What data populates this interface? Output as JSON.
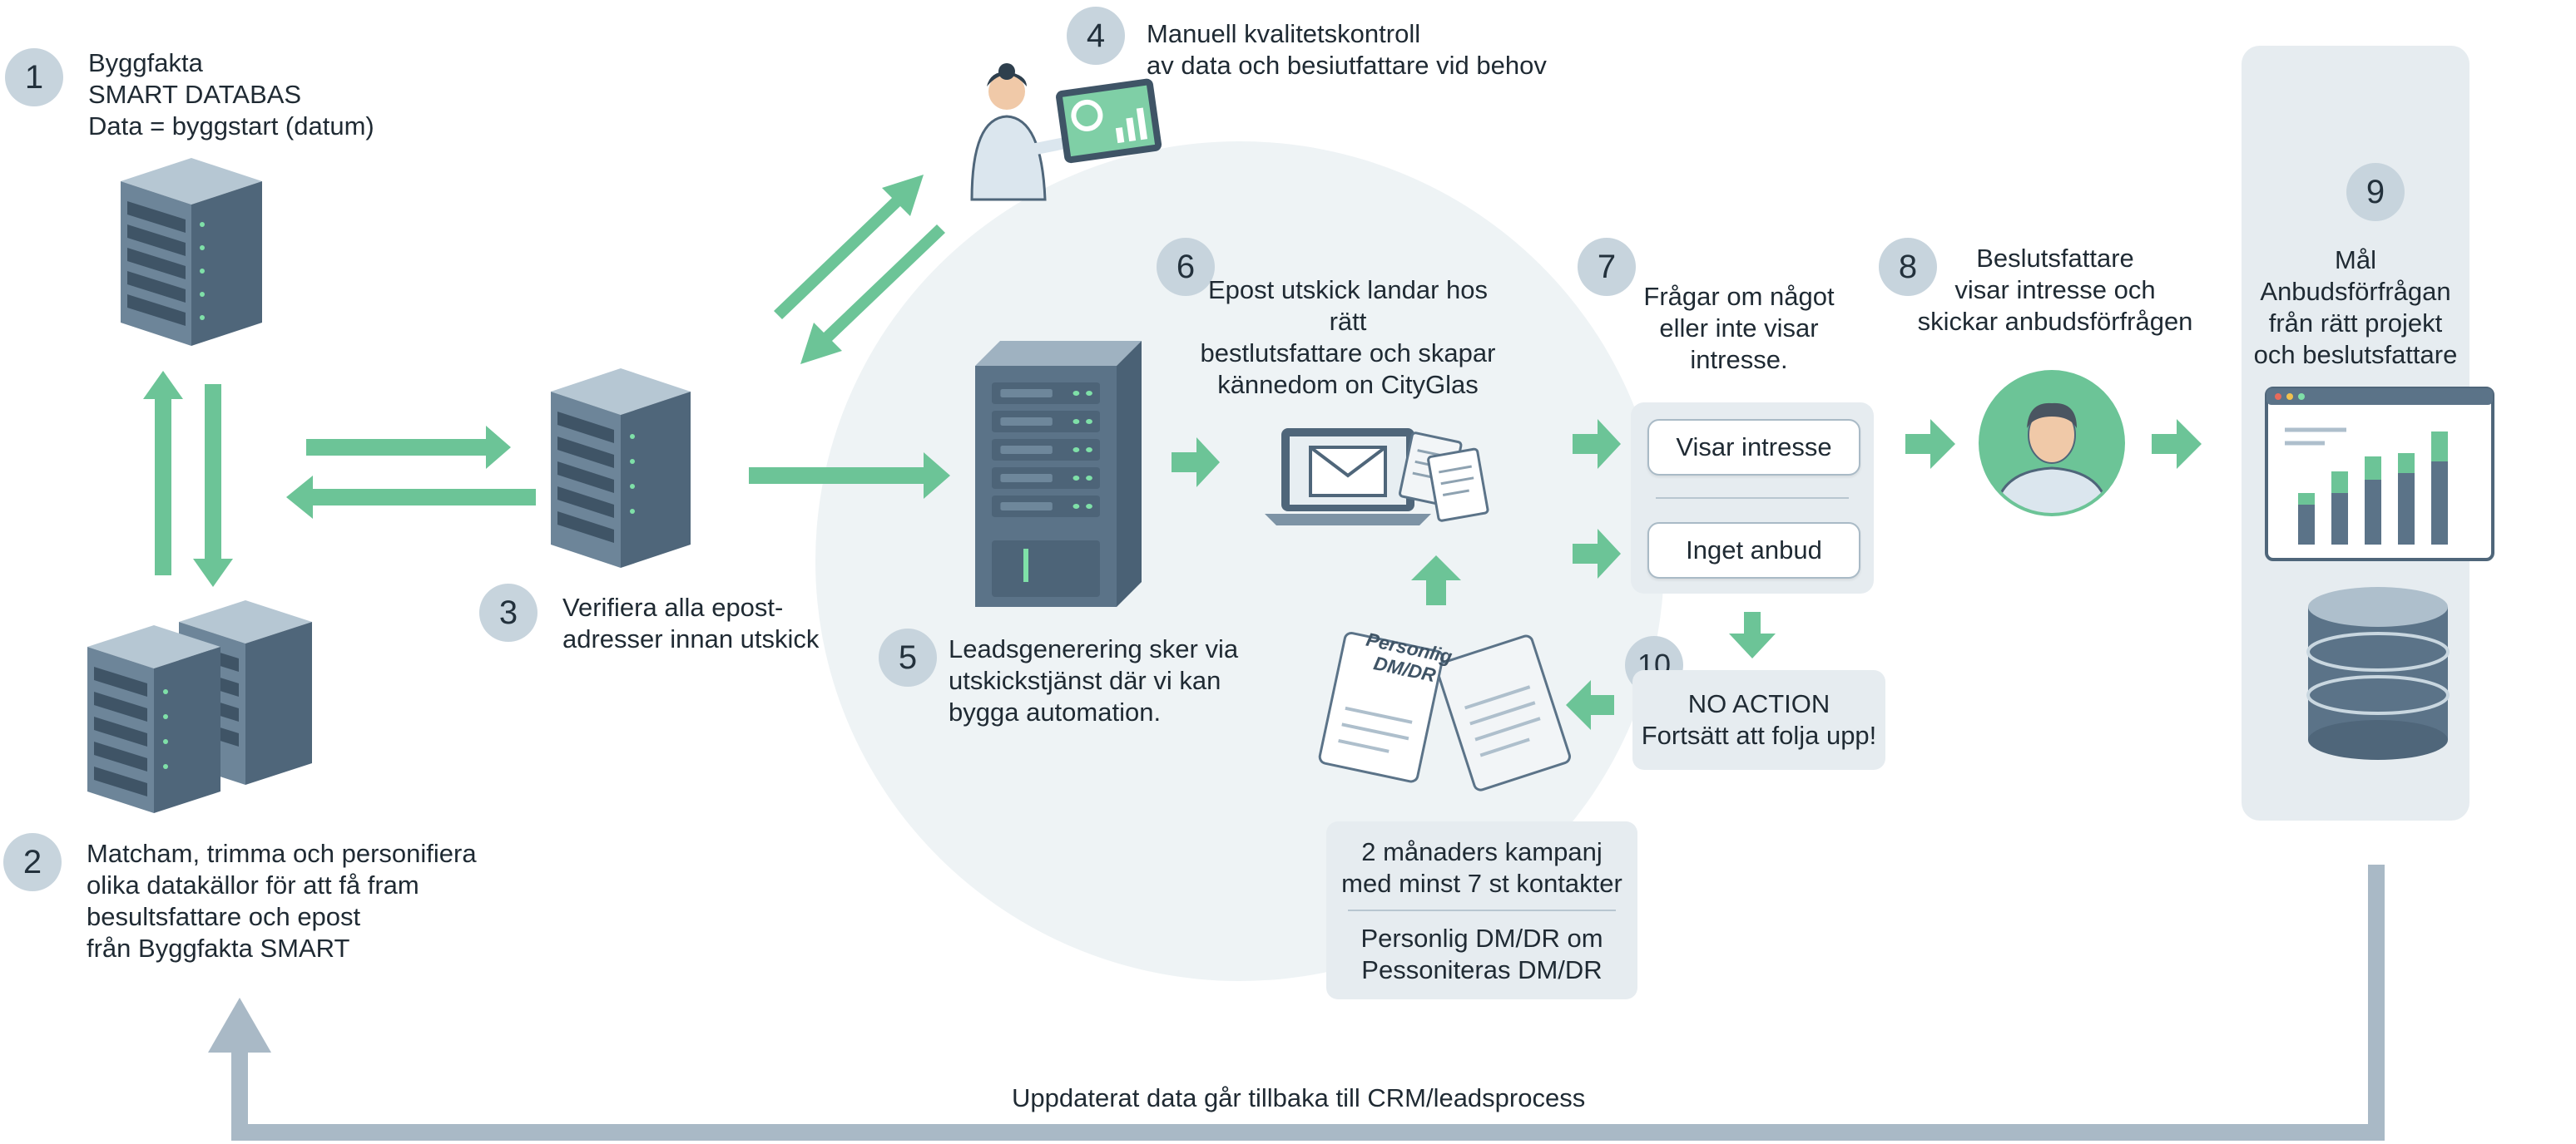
{
  "steps": {
    "s1": {
      "num": "1",
      "lines": [
        "Byggfakta",
        "SMART DATABAS",
        "Data = byggstart (datum)"
      ]
    },
    "s2": {
      "num": "2",
      "lines": [
        "Matcham, trimma och personifiera",
        "olika datakällor för att få fram",
        "besultsfattare och epost",
        "från Byggfakta SMART"
      ]
    },
    "s3": {
      "num": "3",
      "lines": [
        "Verifiera alla epost-",
        "adresser innan utskick"
      ]
    },
    "s4": {
      "num": "4",
      "lines": [
        "Manuell kvalitetskontroll",
        "av data och besiutfattare vid behov"
      ]
    },
    "s5": {
      "num": "5",
      "lines": [
        "Leadsgenerering sker via",
        "utskickstjänst där vi kan",
        "bygga automation."
      ]
    },
    "s6": {
      "num": "6",
      "lines": [
        "Epost utskick landar hos rätt",
        "bestlutsfattare och skapar",
        "kännedom on CityGlas"
      ]
    },
    "s7": {
      "num": "7",
      "lines": [
        "Frågar om något",
        "eller inte visar",
        "intresse."
      ]
    },
    "s8": {
      "num": "8",
      "lines": [
        "Beslutsfattare",
        "visar intresse och",
        "skickar anbudsförfrågen"
      ]
    },
    "s9": {
      "num": "9",
      "lines": [
        "Mål",
        "Anbudsförfrågan",
        "från rätt projekt",
        "och beslutsfattare"
      ]
    },
    "s10": {
      "num": "10",
      "lines": [
        "NO ACTION",
        "Fortsätt att folja upp!"
      ]
    }
  },
  "options": {
    "interest": "Visar intresse",
    "no_bid": "Inget anbud"
  },
  "campaign": {
    "line1": "2 månaders kampanj",
    "line2": "med minst 7 st kontakter",
    "line3": "Personlig DM/DR om",
    "line4": "Pessoniteras DM/DR"
  },
  "document_label": {
    "line1": "Personlig",
    "line2": "DM/DR"
  },
  "feedback": {
    "text": "Uppdaterat data går tillbaka till CRM/leadsprocess"
  },
  "colors": {
    "arrow_green": "#6cc497",
    "badge": "#c7d4dd",
    "server_dark": "#5b7388",
    "server_light": "#aebfcc",
    "feedback_arrow": "#a9b9c6",
    "panel": "#e6ecf0"
  },
  "icons": [
    "server-rack-icon",
    "server-cluster-icon",
    "tall-server-icon",
    "laptop-mail-icon",
    "document-icon",
    "analyst-person-icon",
    "user-avatar-icon",
    "dashboard-chart-icon",
    "database-icon"
  ]
}
